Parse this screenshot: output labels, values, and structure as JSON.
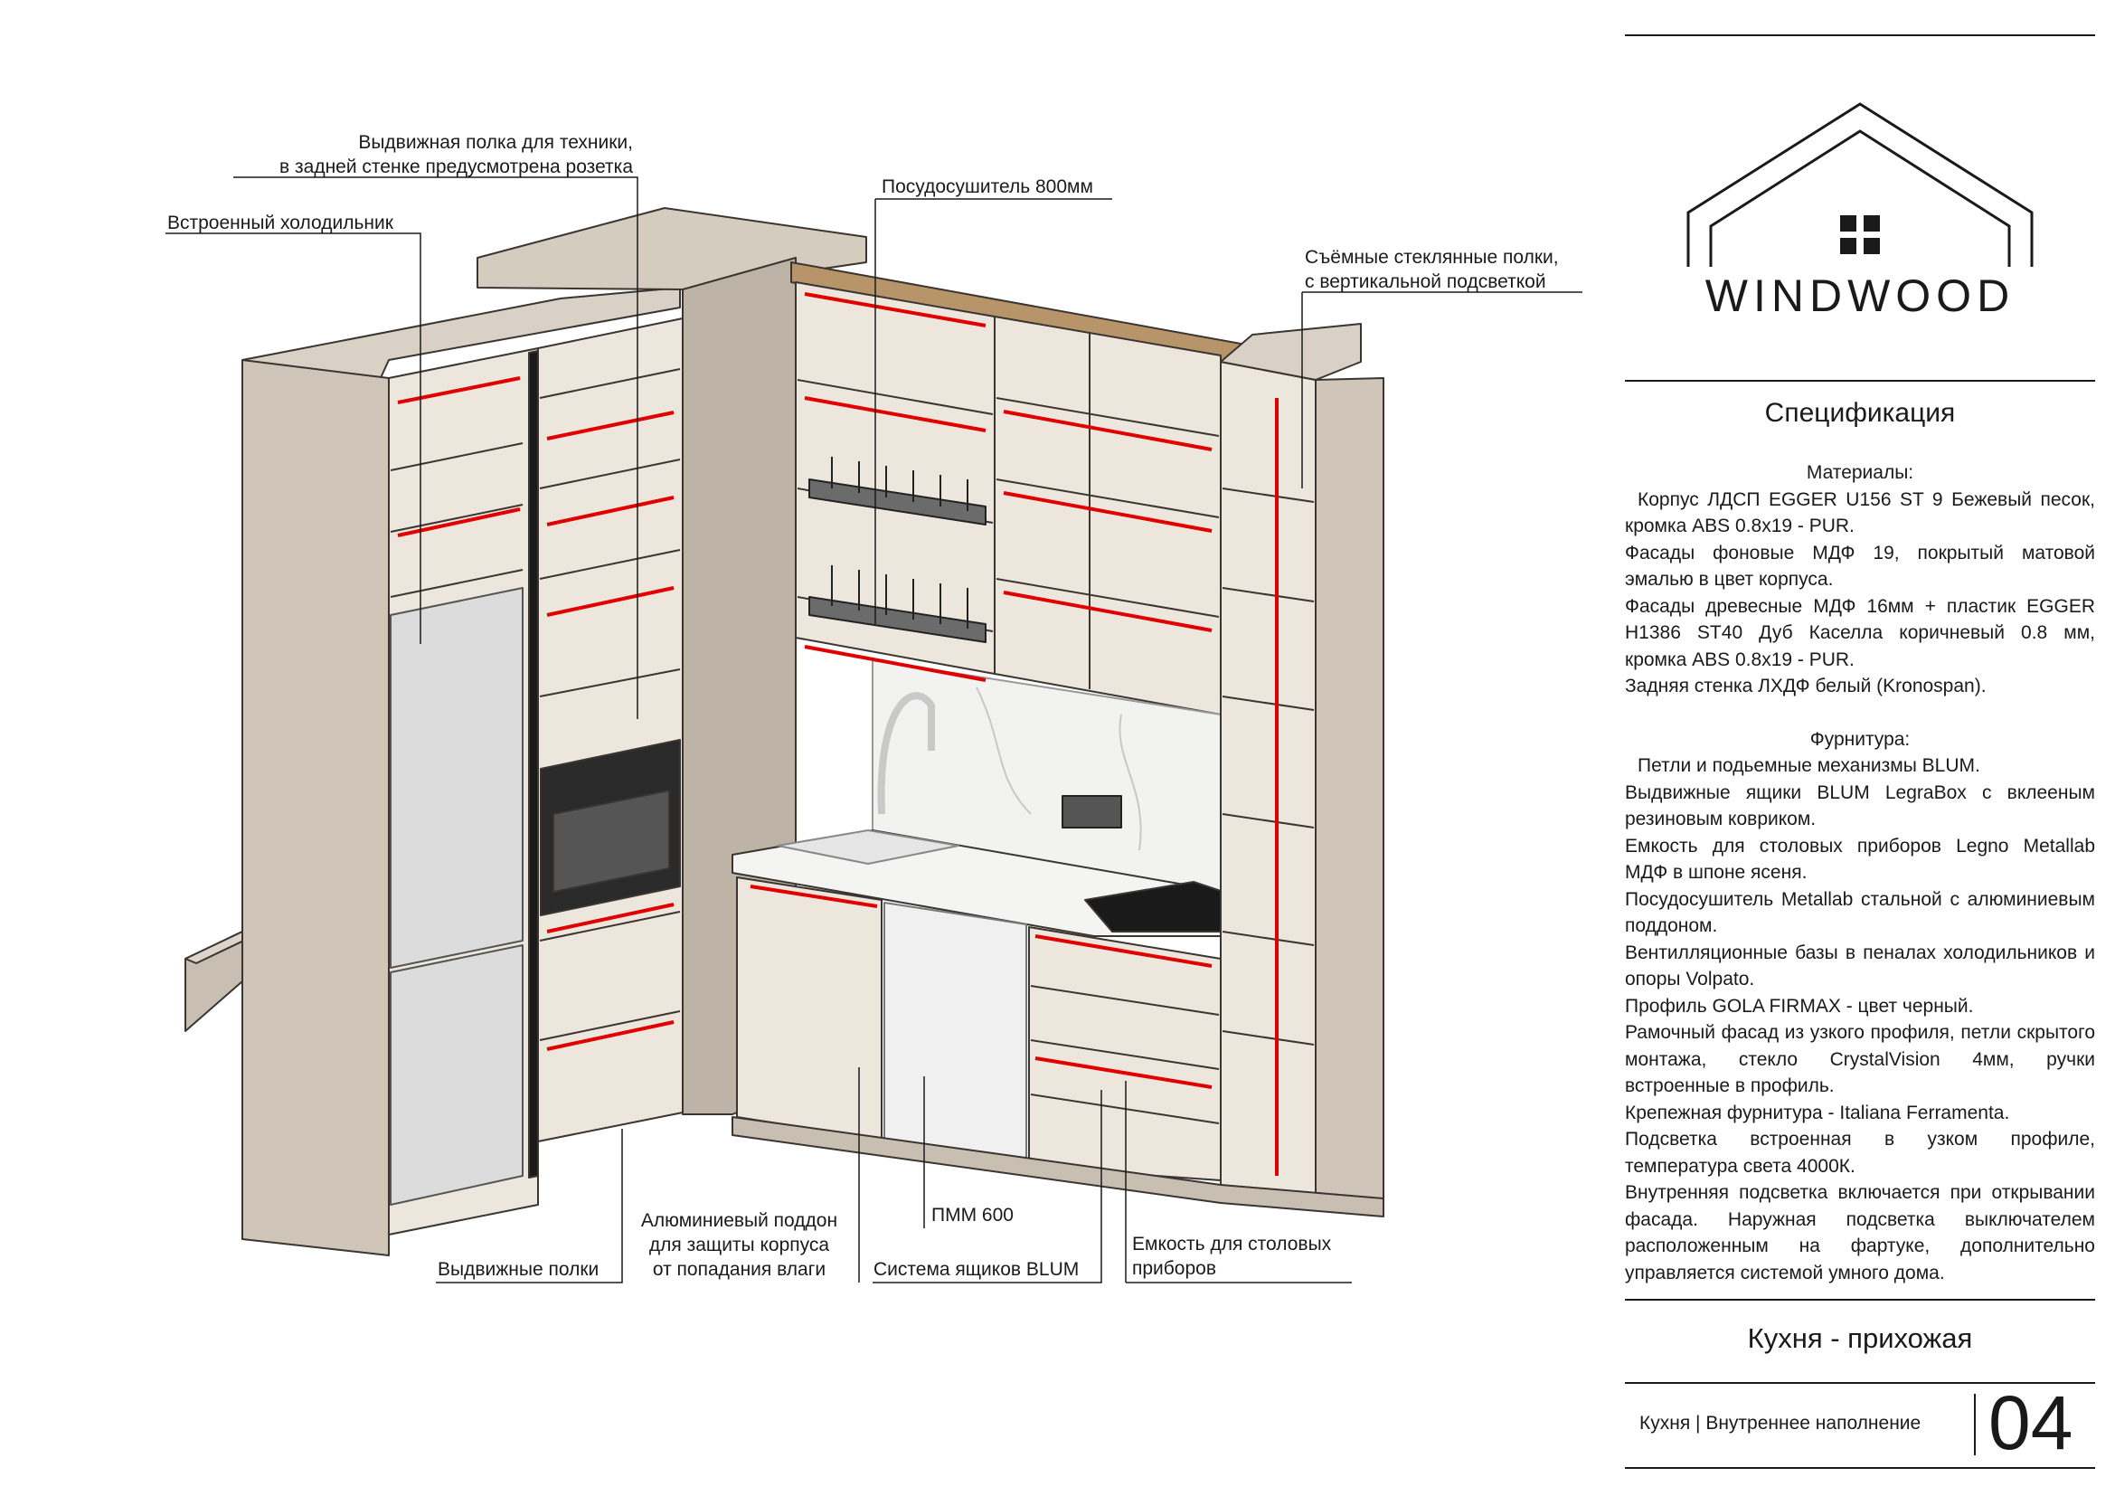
{
  "callouts": {
    "shelf_appliance": [
      "Выдвижная полка для техники,",
      "в задней стенке предусмотрена розетка"
    ],
    "fridge": "Встроенный холодильник",
    "dish_rack": "Посудосушитель 800мм",
    "glass_shelves": [
      "Съёмные стеклянные полки,",
      "с вертикальной подсветкой"
    ],
    "pull_out_shelves": "Выдвижные полки",
    "tray": [
      "Алюминиевый поддон",
      "для защиты корпуса",
      "от попадания влаги"
    ],
    "dishwasher": "ПММ 600",
    "drawer_system": "Система ящиков BLUM",
    "cutlery": [
      "Емкость для столовых",
      "приборов"
    ]
  },
  "brand": {
    "name": "WINDWOOD",
    "icon": "house-logo-icon",
    "color": "#1a1a1a"
  },
  "spec": {
    "title": "Спецификация",
    "materials_heading": "Материалы:",
    "materials": [
      "Корпус ЛДСП EGGER U156 ST 9 Бежевый песок, кромка ABS 0.8x19 - PUR.",
      "Фасады фоновые МДФ 19, покрытый матовой эмалью в цвет корпуса.",
      "Фасады древесные МДФ 16мм + пластик EGGER H1386 ST40 Дуб Каселла коричневый 0.8 мм, кромка ABS 0.8x19 - PUR.",
      "Задняя стенка ЛХДФ белый (Kronospan)."
    ],
    "hardware_heading": "Фурнитура:",
    "hardware": [
      "Петли и подьемные механизмы BLUM.",
      "Выдвижные ящики BLUM LegraBox с вклееным резиновым ковриком.",
      "Емкость для столовых приборов Legno Metallab МДФ в шпоне ясеня.",
      "Посудосушитель Metallab стальной с алюминиевым поддоном.",
      "Вентилляционные базы в пеналах холодильников и опоры Volpato.",
      "Профиль GOLA FIRMAX - цвет черный.",
      "Рамочный фасад из узкого профиля, петли скрытого монтажа, стекло CrystalVision 4мм, ручки встроенные в профиль.",
      "Крепежная фурнитура - Italiana Ferramenta.",
      "Подсветка встроенная в узком профиле, температура света 4000К.",
      "Внутренняя подсветка включается при открывании фасада. Наружная подсветка выключателем расположенным на фартуке, дополнительно управляется системой умного дома."
    ]
  },
  "room": "Кухня - прихожая",
  "footer": {
    "label": "Кухня | Внутреннее наполнение",
    "page": "04"
  },
  "colors": {
    "carcass": "#d5ccc0",
    "carcass_dark": "#b7ad9f",
    "inner": "#ece6dd",
    "led": "#e10000",
    "wood": "#b8946a",
    "line": "#1a1a1a"
  }
}
